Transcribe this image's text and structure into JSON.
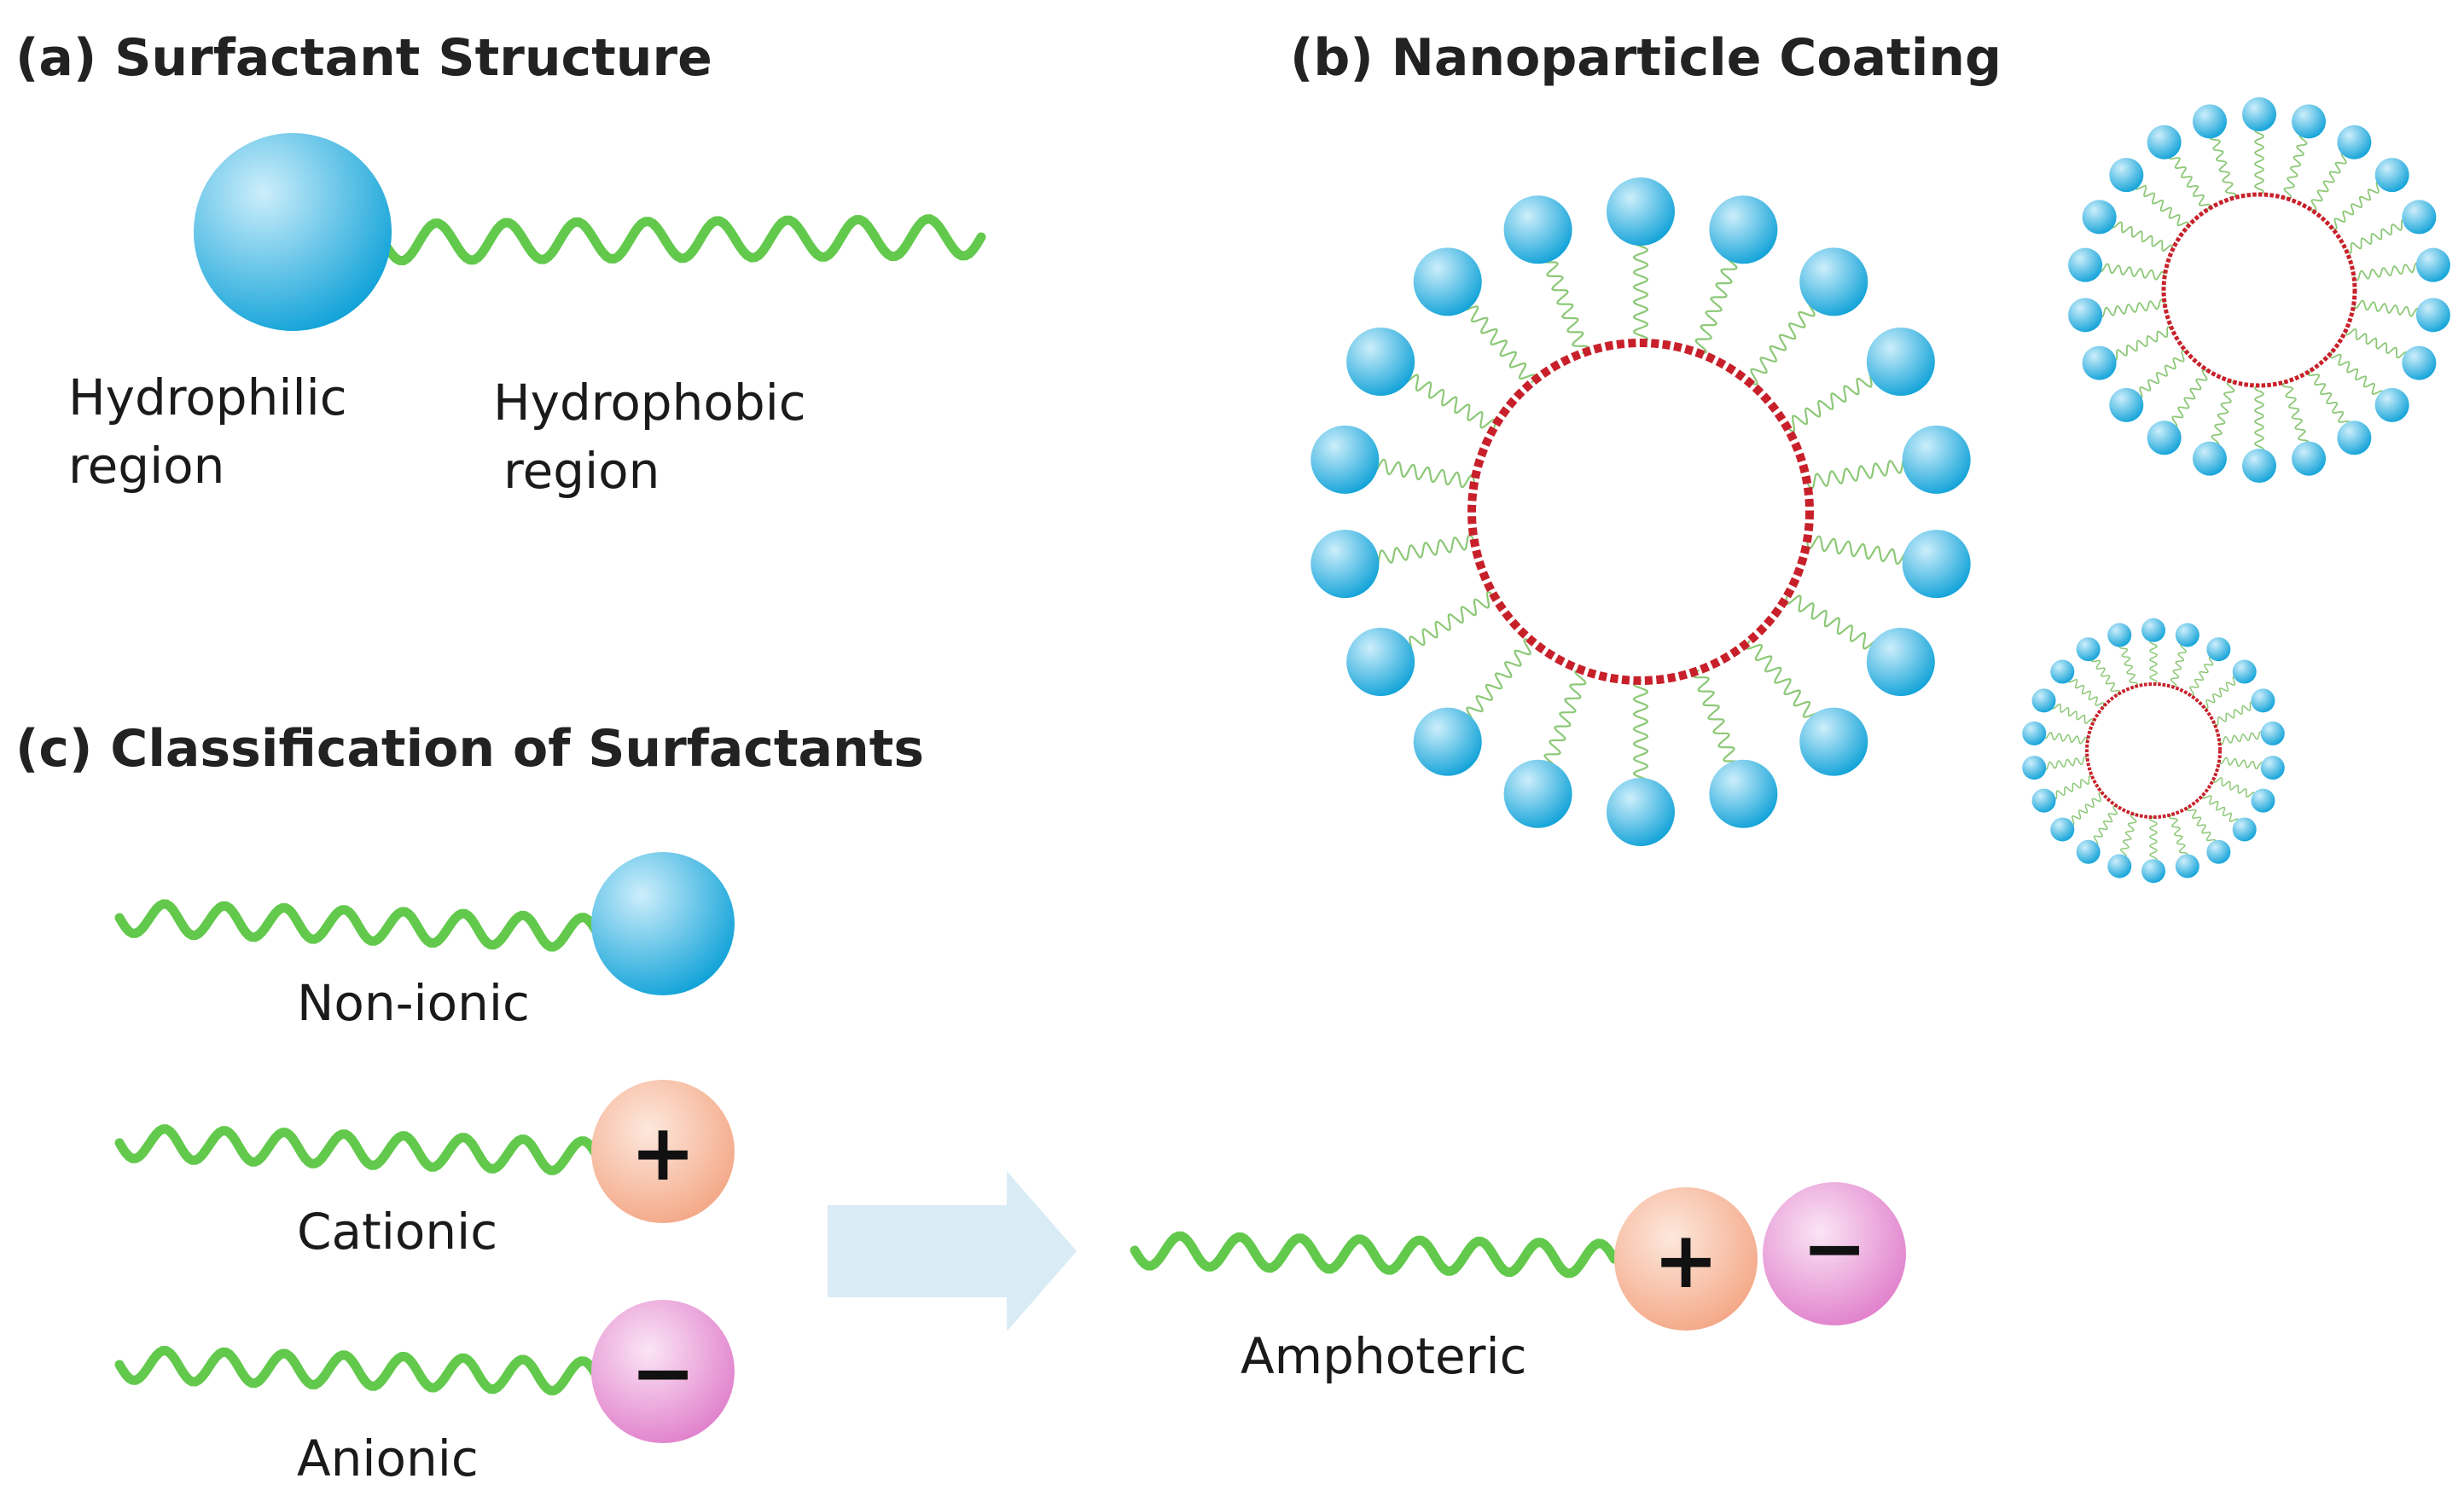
{
  "panels": {
    "a": {
      "title": "(a) Surfactant Structure",
      "head_label": [
        "Hydrophilic",
        "region"
      ],
      "tail_label": [
        "Hydrophobic",
        "region"
      ]
    },
    "b": {
      "title": "(b) Nanoparticle Coating"
    },
    "c": {
      "title": "(c) Classification of Surfactants",
      "types": [
        {
          "label": "Non-ionic",
          "charge": ""
        },
        {
          "label": "Cationic",
          "charge": "+"
        },
        {
          "label": "Anionic",
          "charge": "−"
        }
      ],
      "combined": {
        "label": "Amphoteric",
        "charges": [
          "+",
          "−"
        ]
      }
    }
  },
  "colors": {
    "tail": "#62c94c",
    "thin_tail": "#8cc877",
    "head_light": "#cdeefb",
    "head_dark": "#10a2d8",
    "core_ring": "#c8202a",
    "cation_light": "#fde8dd",
    "cation_dark": "#f3a27f",
    "anion_light": "#fbe5f5",
    "anion_dark": "#de77c8",
    "arrow": "#d9ecf6"
  }
}
